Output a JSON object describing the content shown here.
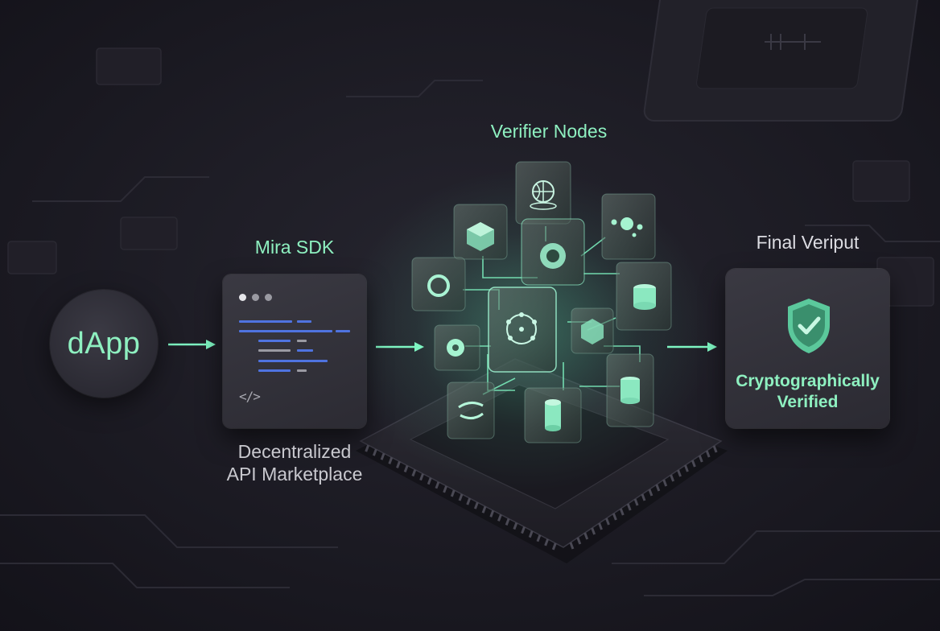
{
  "nodes": {
    "dapp": {
      "label": "dApp"
    },
    "sdk": {
      "title": "Mira SDK",
      "code_tag": "</>",
      "caption_line1": "Decentralized",
      "caption_line2": "API Marketplace"
    },
    "verifiers": {
      "title": "Verifier Nodes"
    },
    "final": {
      "title": "Final Veriput",
      "status_line1": "Cryptographically",
      "status_line2": "Verified"
    }
  },
  "colors": {
    "background": "#1b1a24",
    "accent_mint": "#8ef0c0",
    "code_blue": "#4f73e0",
    "code_grey": "#9a9aa2",
    "caption_grey": "#c9c9cf"
  },
  "icons": [
    "arrow-right-icon",
    "window-dots-icon",
    "code-brackets-icon",
    "shield-check-icon",
    "cube-icon",
    "database-icon",
    "cylinder-icon",
    "network-icon",
    "globe-icon"
  ]
}
